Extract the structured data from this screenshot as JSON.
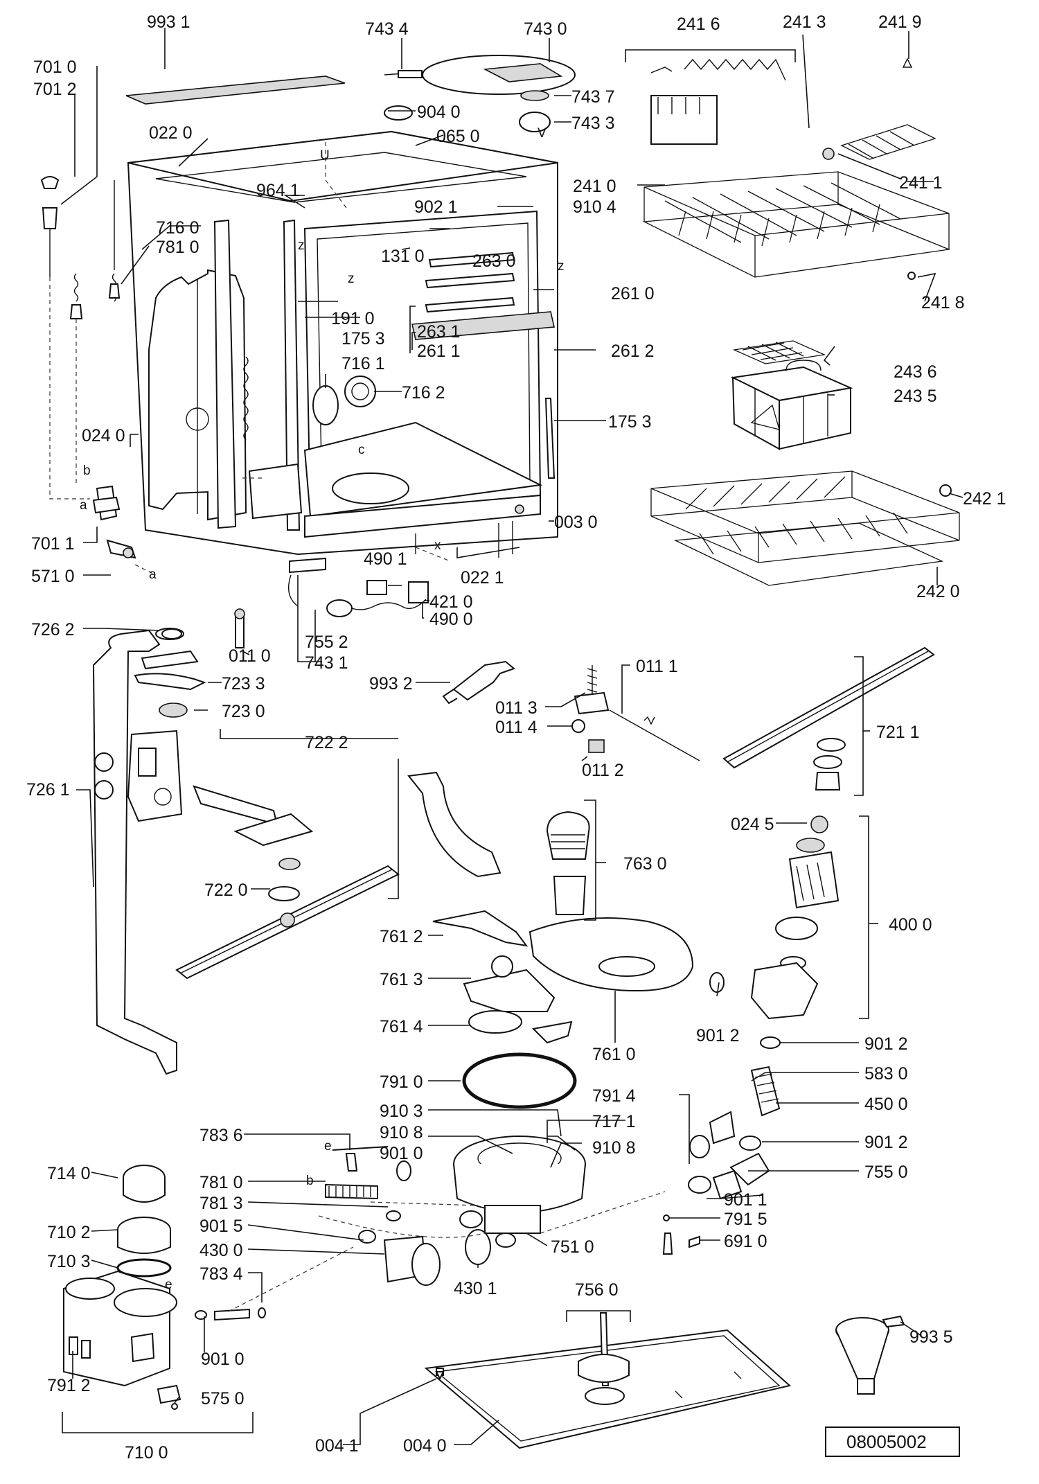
{
  "diagram": {
    "reference_code": "08005002",
    "labels": {
      "l_9931": "993 1",
      "l_7434": "743 4",
      "l_7430": "743 0",
      "l_2416": "241 6",
      "l_2413": "241 3",
      "l_2419": "241 9",
      "l_7010": "701 0",
      "l_7012": "701 2",
      "l_9040": "904 0",
      "l_7437": "743 7",
      "l_7433": "743 3",
      "l_0220": "022 0",
      "l_0650": "065 0",
      "l_2410": "241 0",
      "l_2411": "241 1",
      "l_9641": "964 1",
      "l_9104": "910 4",
      "l_9021": "902 1",
      "l_7160": "716 0",
      "l_7810a": "781 0",
      "l_1310": "131 0",
      "l_2630": "263 0",
      "l_2610": "261 0",
      "l_2418": "241 8",
      "l_1910": "191 0",
      "l_1753a": "175 3",
      "l_2631": "263 1",
      "l_2611": "261 1",
      "l_2612": "261 2",
      "l_7161": "716 1",
      "l_2436": "243 6",
      "l_7162": "716 2",
      "l_2435": "243 5",
      "l_1753b": "175 3",
      "l_0240": "024 0",
      "l_2421": "242 1",
      "l_0030": "003 0",
      "l_7011": "701 1",
      "l_5710": "571 0",
      "l_0221": "022 1",
      "l_4901": "490 1",
      "l_4210": "421 0",
      "l_4900": "490 0",
      "l_2420": "242 0",
      "l_7262": "726 2",
      "l_0110": "011 0",
      "l_7552": "755 2",
      "l_7431": "743 1",
      "l_7233": "723 3",
      "l_9932": "993 2",
      "l_0111": "011 1",
      "l_7230": "723 0",
      "l_0113": "011 3",
      "l_0114": "011 4",
      "l_7211": "721 1",
      "l_7222": "722 2",
      "l_0112": "011 2",
      "l_7261": "726 1",
      "l_0245": "024 5",
      "l_7630": "763 0",
      "l_7220": "722 0",
      "l_4000": "400 0",
      "l_7612": "761 2",
      "l_7613": "761 3",
      "l_9012a": "901 2",
      "l_7614": "761 4",
      "l_7610": "761 0",
      "l_9012b": "901 2",
      "l_7910": "791 0",
      "l_5830": "583 0",
      "l_7914": "791 4",
      "l_4500": "450 0",
      "l_9103": "910 3",
      "l_7171": "717 1",
      "l_9108a": "910 8",
      "l_9108b": "910 8",
      "l_9012c": "901 2",
      "l_7836": "783 6",
      "l_9010a": "901 0",
      "l_7550": "755 0",
      "l_7140": "714 0",
      "l_7810b": "781 0",
      "l_9011": "901 1",
      "l_7813": "781 3",
      "l_7915": "791 5",
      "l_7102": "710 2",
      "l_9015": "901 5",
      "l_6910": "691 0",
      "l_4300": "430 0",
      "l_7510": "751 0",
      "l_7103": "710 3",
      "l_7834": "783 4",
      "l_4301": "430 1",
      "l_7560": "756 0",
      "l_9935": "993 5",
      "l_9010b": "901 0",
      "l_7912": "791 2",
      "l_5750": "575 0",
      "l_0041": "004 1",
      "l_0040": "004 0",
      "l_7100": "710 0"
    },
    "letters": {
      "u": "U",
      "v": "V",
      "z1": "z",
      "z2": "z",
      "z3": "z",
      "c": "c",
      "x": "x",
      "a1": "a",
      "a2": "a",
      "b1": "b",
      "b2": "b",
      "e1": "e",
      "e2": "e"
    }
  }
}
